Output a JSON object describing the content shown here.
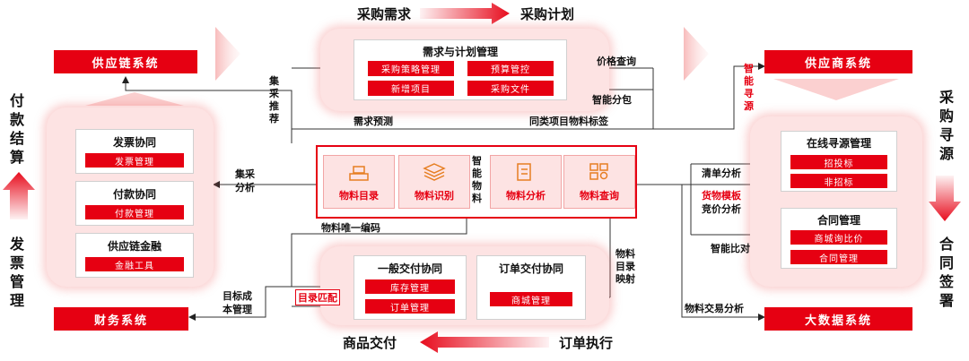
{
  "systems": {
    "supply_chain": "供应链系统",
    "finance": "财务系统",
    "supplier": "供应商系统",
    "big_data": "大数据系统"
  },
  "flows": {
    "top_left": "采购需求",
    "top_right": "采购计划",
    "bottom_left": "商品交付",
    "bottom_right": "订单执行"
  },
  "side_labels": {
    "left_top": "付款结算",
    "left_bottom": "发票管理",
    "right_top": "采购寻源",
    "right_bottom": "合同签署"
  },
  "demand_panel": {
    "title": "需求与计划管理",
    "buttons": [
      "采购策略管理",
      "预算管控",
      "新增项目",
      "采购文件"
    ]
  },
  "left_panel": {
    "cards": [
      {
        "title": "发票协同",
        "button": "发票管理"
      },
      {
        "title": "付款协同",
        "button": "付款管理"
      },
      {
        "title": "供应链金融",
        "button": "金融工具"
      }
    ]
  },
  "center_panel": {
    "tiles": [
      "物料目录",
      "物料识别",
      "物料分析",
      "物料查询"
    ],
    "vertical_label": "智能物料"
  },
  "right_panel": {
    "sourcing": {
      "title": "在线寻源管理",
      "buttons": [
        "招投标",
        "非招标"
      ]
    },
    "contract": {
      "title": "合同管理",
      "buttons": [
        "商城询比价",
        "合同管理"
      ]
    }
  },
  "bottom_panel": {
    "general": {
      "title": "一般交付协同",
      "buttons": [
        "库存管理",
        "订单管理"
      ]
    },
    "order": {
      "title": "订单交付协同",
      "buttons": [
        "商城管理"
      ]
    }
  },
  "labels": {
    "price_query": "价格查询",
    "smart_pack": "智能分包",
    "demand_forecast": "需求预测",
    "same_item_tag": "同类项目物料标签",
    "central_recommend": "集采推荐",
    "central_analysis_1": "集采",
    "central_analysis_2": "分析",
    "smart_sourcing": "智能寻源",
    "list_analysis": "清单分析",
    "goods_template": "货物模板",
    "bid_analysis": "竞价分析",
    "smart_compare": "智能比对",
    "material_code": "物料唯一编码",
    "catalog_map": "物料目录映射",
    "catalog_match": "目录匹配",
    "cost_mgmt_1": "目标成",
    "cost_mgmt_2": "本管理",
    "material_trade": "物料交易分析"
  },
  "colors": {
    "accent": "#e60012",
    "panel": "#fde3e3"
  }
}
